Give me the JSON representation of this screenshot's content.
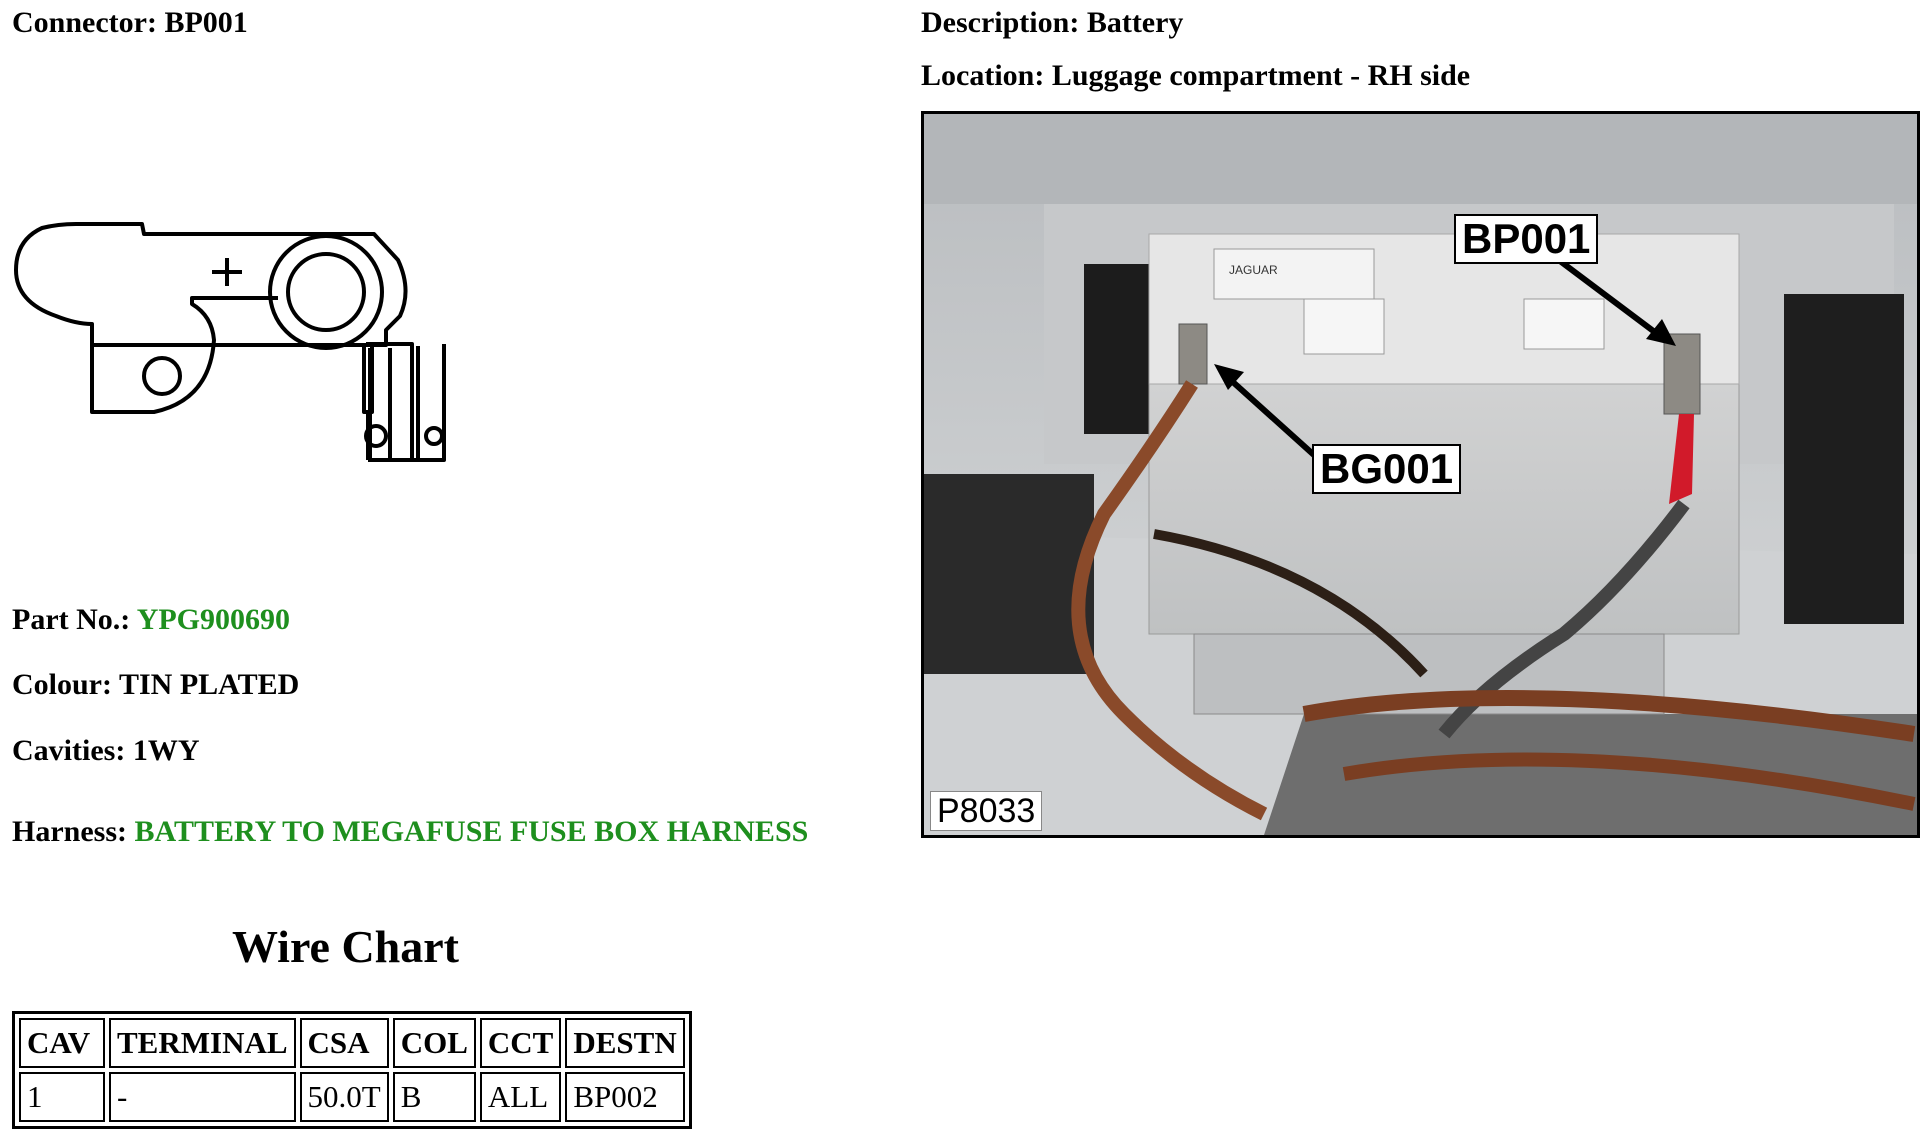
{
  "connector": {
    "label": "Connector:",
    "value": "BP001"
  },
  "description": {
    "label": "Description:",
    "value": "Battery"
  },
  "location": {
    "label": "Location:",
    "value": "Luggage compartment - RH side"
  },
  "part_no": {
    "label": "Part No.:",
    "value": "YPG900690"
  },
  "colour": {
    "label": "Colour:",
    "value": "TIN PLATED"
  },
  "cavities": {
    "label": "Cavities:",
    "value": "1WY"
  },
  "harness": {
    "label": "Harness:",
    "value": "BATTERY TO MEGAFUSE FUSE BOX HARNESS"
  },
  "diagram": {
    "polarity_symbol": "+"
  },
  "photo": {
    "callouts": {
      "positive": "BP001",
      "ground": "BG001"
    },
    "reference": "P8033",
    "battery_brand": "JAGUAR"
  },
  "wire_chart": {
    "title": "Wire Chart",
    "columns": [
      "CAV",
      "TERMINAL",
      "CSA",
      "COL",
      "CCT",
      "DESTN"
    ],
    "rows": [
      [
        "1",
        "-",
        "50.0T",
        "B",
        "ALL",
        "BP002"
      ]
    ]
  },
  "colors": {
    "value_green": "#1e8f1e"
  }
}
